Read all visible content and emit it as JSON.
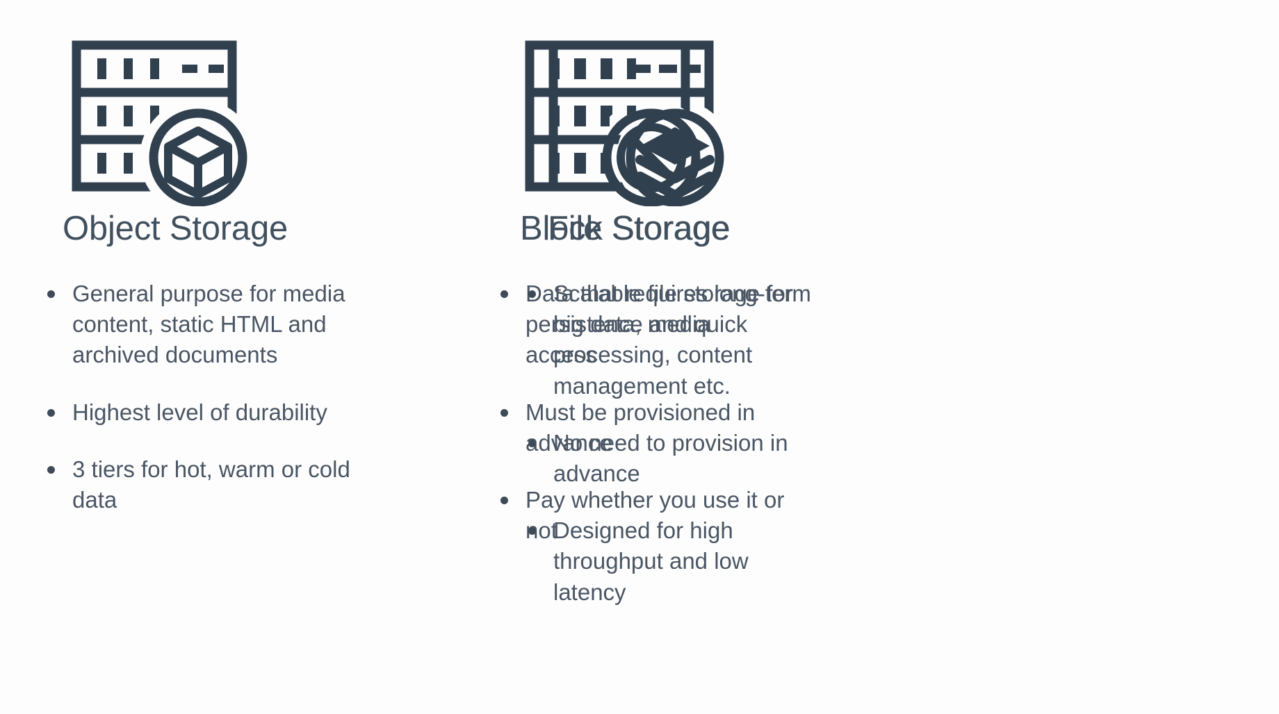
{
  "page": {
    "background_color": "#fdfdfd",
    "ink_color": "#3d4a57",
    "heading_color": "#41505e",
    "body_text_color": "#4a5664"
  },
  "columns": [
    {
      "id": "object-storage",
      "icon_name": "server-rack-with-cube-badge-icon",
      "badge_name": "cube-icon",
      "heading": "Object Storage",
      "bullets": [
        "General purpose for media content, static HTML and archived documents",
        "Highest level of durability",
        "3 tiers for hot, warm or cold data"
      ]
    },
    {
      "id": "block-storage",
      "icon_name": "server-rack-with-prohibition-badge-icon",
      "badge_name": "prohibition-icon",
      "heading": "Block Storage",
      "bullets": [
        "Data that requires long-term persistence and quick access",
        "Must be provisioned in advance",
        "Pay whether you use it or not"
      ]
    },
    {
      "id": "file-storage",
      "icon_name": "server-rack-with-layers-badge-icon",
      "badge_name": "layers-icon",
      "heading": "File Storage",
      "bullets": [
        "Scalable file storage for big data, media processing, content management etc.",
        "No need to provision in advance",
        "Designed for high throughput and low latency"
      ]
    }
  ]
}
